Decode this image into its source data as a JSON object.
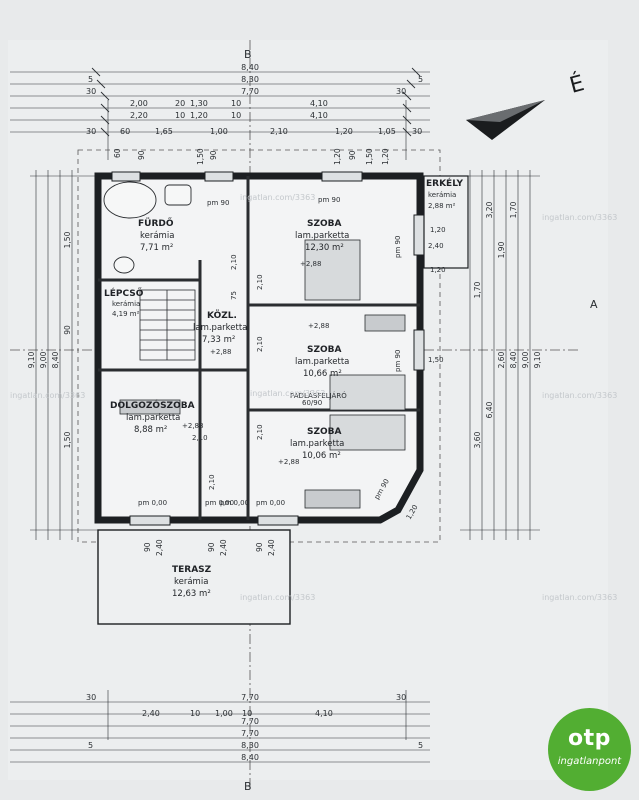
{
  "axes": {
    "top": "B",
    "bottom": "B",
    "side": "A"
  },
  "north_label": "É",
  "top_dims": {
    "row1": [
      "8,40"
    ],
    "row2": [
      "8,30"
    ],
    "row3": [
      "7,70"
    ],
    "row4": [
      "2,00",
      "20",
      "1,30",
      "10",
      "4,10"
    ],
    "row5": [
      "2,20",
      "10",
      "1,20",
      "10",
      "4,10"
    ],
    "row6": [
      "60",
      "1,65",
      "1,00",
      "2,10",
      "1,20",
      "1,05"
    ],
    "row6_ends": [
      "30",
      "30"
    ],
    "ends5": [
      "5",
      "5"
    ],
    "ends30": [
      "30",
      "30"
    ]
  },
  "bottom_dims": {
    "row1": [
      "7,70"
    ],
    "row2": [
      "2,40",
      "10",
      "1,00",
      "10",
      "4,10"
    ],
    "row3": [
      "7,70"
    ],
    "row4": [
      "7,70"
    ],
    "row5": [
      "8,30"
    ],
    "row6": [
      "8,40"
    ],
    "ends30": [
      "30",
      "30"
    ],
    "ends5": [
      "5",
      "5"
    ]
  },
  "left_dims": [
    "9,10",
    "9,00",
    "8,40",
    "1,50",
    "90",
    "1,50"
  ],
  "right_dims": [
    "9,10",
    "9,00",
    "8,40",
    "3,60",
    "6,40",
    "2,60",
    "1,70",
    "1,90",
    "1,70",
    "3,20"
  ],
  "window_labels": {
    "top": [
      "60",
      "90",
      "1,50",
      "90",
      "1,20",
      "1,50",
      "1,20",
      "90"
    ],
    "bottom": [
      "90",
      "2,40",
      "90",
      "2,40",
      "90",
      "2,40"
    ]
  },
  "rooms": [
    {
      "name": "FÜRDŐ",
      "floor": "kerámia",
      "area": "7,71 m²"
    },
    {
      "name": "SZOBA",
      "floor": "lam.parketta",
      "area": "12,30 m²"
    },
    {
      "name": "ERKÉLY",
      "floor": "kerámia",
      "area": "2,88 m²"
    },
    {
      "name": "LÉPCSŐ",
      "floor": "kerámia",
      "area": "4,19 m²"
    },
    {
      "name": "KÖZL.",
      "floor": "lam.parketta",
      "area": "7,33 m²"
    },
    {
      "name": "SZOBA",
      "floor": "lam.parketta",
      "area": "10,66 m²"
    },
    {
      "name": "DOLGOZÓSZOBA",
      "floor": "lam.parketta",
      "area": "8,88 m²"
    },
    {
      "name": "SZOBA",
      "floor": "lam.parketta",
      "area": "10,06 m²"
    },
    {
      "name": "TERASZ",
      "floor": "kerámia",
      "area": "12,63 m²"
    }
  ],
  "annotations": {
    "pm90_a": "pm 90",
    "pm90_b": "pm 90",
    "pm90_c": "pm 90",
    "pm90_d": "pm 90",
    "pm90_e": "pm 90",
    "pm000_a": "pm 0,00",
    "pm000_b": "pm 0,00",
    "pm000_c": "pm 0,00",
    "pm000_d": "pm 0,00",
    "lvl_a": "+2,88",
    "lvl_b": "+2,88",
    "lvl_c": "+2,88",
    "lvl_d": "+2,88",
    "lvl_e": "+2,88",
    "d210": [
      "2,10",
      "2,10",
      "2,10",
      "2,10",
      "2,10",
      "2,10"
    ],
    "d75": "75",
    "d120": [
      "1,20",
      "1,20",
      "1,20"
    ],
    "d240": "2,40",
    "d150": "1,50",
    "padlas": "PADLÁSFELJÁRÓ",
    "padlas_size": "60/90"
  },
  "watermarks": [
    "ingatlan.com/3363"
  ],
  "brand": {
    "logo_text": "otp",
    "sub_text": "ingatlanpont",
    "color": "#52ae32"
  }
}
